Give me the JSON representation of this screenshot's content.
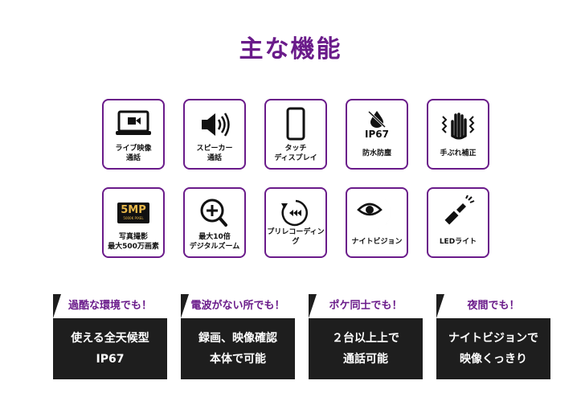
{
  "title": "主な機能",
  "features": [
    {
      "label": "ライブ映像\n通話",
      "icon": "tablet-video-icon"
    },
    {
      "label": "スピーカー\n通話",
      "icon": "speaker-icon"
    },
    {
      "label": "タッチ\nディスプレイ",
      "icon": "smartphone-icon"
    },
    {
      "label": "防水防塵",
      "icon": "ip67-waterproof-icon",
      "icon_text": "IP67"
    },
    {
      "label": "手ぶれ補正",
      "icon": "stabilization-hand-icon"
    },
    {
      "label": "写真撮影\n最大500万画素",
      "icon": "5mp-icon",
      "icon_text": "5MP",
      "icon_subtext": "5000K PIXEL"
    },
    {
      "label": "最大10倍\nデジタルズーム",
      "icon": "zoom-plus-icon"
    },
    {
      "label": "プリレコーディング",
      "icon": "prerecord-rewind-icon"
    },
    {
      "label": "ナイトビジョン",
      "icon": "night-vision-eye-icon"
    },
    {
      "label": "LEDライト",
      "icon": "flashlight-icon"
    }
  ],
  "highlights": [
    {
      "heading": "過酷な環境でも！",
      "body": "使える全天候型\nIP67"
    },
    {
      "heading": "電波がない所でも！",
      "body": "録画、映像確認\n本体で可能"
    },
    {
      "heading": "ポケ同士でも！",
      "body": "２台以上上で\n通話可能"
    },
    {
      "heading": "夜間でも！",
      "body": "ナイトビジョンで\n映像くっきり"
    }
  ],
  "colors": {
    "accent": "#6a1b8a",
    "dark": "#1e1e1e"
  }
}
